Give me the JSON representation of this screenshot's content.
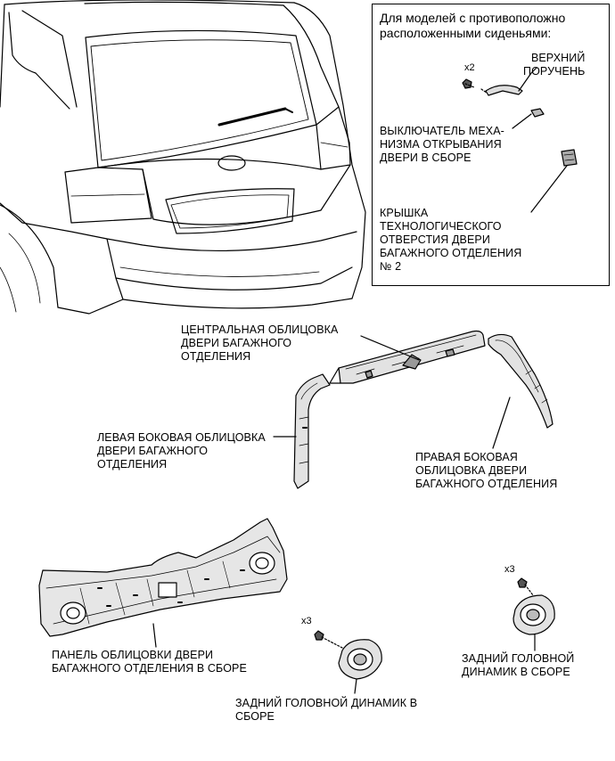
{
  "inset": {
    "title": "Для моделей с противоположно\nрасположенными сиденьями:",
    "qty_x2": "x2",
    "upper_grip": "ВЕРХНИЙ\nПОРУЧЕНЬ",
    "door_switch": "ВЫКЛЮЧАТЕЛЬ МЕХА-\nНИЗМА ОТКРЫВАНИЯ\nДВЕРИ В СБОРЕ",
    "service_hole_cover": "КРЫШКА\nТЕХНОЛОГИЧЕСКОГО\nОТВЕРСТИЯ ДВЕРИ\nБАГАЖНОГО ОТДЕЛЕНИЯ\n№ 2"
  },
  "labels": {
    "center_garnish": "ЦЕНТРАЛЬНАЯ ОБЛИЦОВКА\nДВЕРИ БАГАЖНОГО\nОТДЕЛЕНИЯ",
    "left_side_garnish": "ЛЕВАЯ БОКОВАЯ ОБЛИЦОВКА\nДВЕРИ БАГАЖНОГО\nОТДЕЛЕНИЯ",
    "right_side_garnish": "ПРАВАЯ БОКОВАЯ\nОБЛИЦОВКА ДВЕРИ\nБАГАЖНОГО ОТДЕЛЕНИЯ",
    "trim_panel": "ПАНЕЛЬ ОБЛИЦОВКИ ДВЕРИ\nБАГАЖНОГО ОТДЕЛЕНИЯ В СБОРЕ",
    "speaker_bottom": "ЗАДНИЙ ГОЛОВНОЙ ДИНАМИК В\nСБОРЕ",
    "speaker_right": "ЗАДНИЙ ГОЛОВНОЙ\nДИНАМИК В СБОРЕ",
    "qty_x3_left": "x3",
    "qty_x3_right": "x3"
  }
}
